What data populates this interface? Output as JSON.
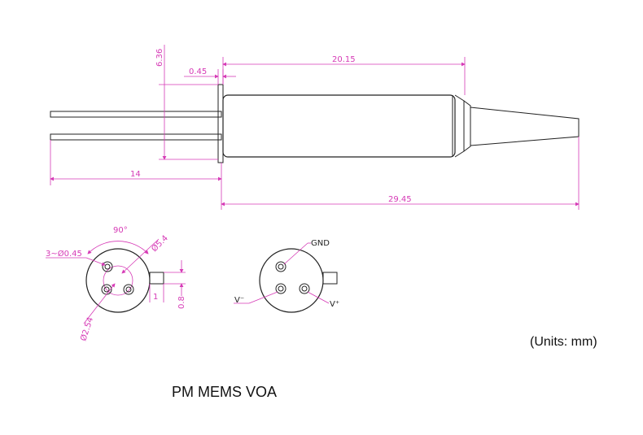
{
  "colors": {
    "dimension": "#d63ab6",
    "outline": "#222222"
  },
  "side_view": {
    "dims": {
      "pin_spacing": "6.36",
      "flange": "0.45",
      "body_length": "20.15",
      "pin_length": "14",
      "overall_length": "29.45"
    }
  },
  "front_view": {
    "dims": {
      "angle": "90°",
      "pins": "3~Ø0.45",
      "pin_circle": "Ø5.4",
      "body_dia": "Ø2.54",
      "tab_width": "1",
      "tab_height": "0.8"
    }
  },
  "pin_view": {
    "labels": {
      "gnd": "GND",
      "vminus": "V⁻",
      "vplus": "V⁺"
    }
  },
  "units_note": "(Units: mm)",
  "title": "PM MEMS VOA"
}
